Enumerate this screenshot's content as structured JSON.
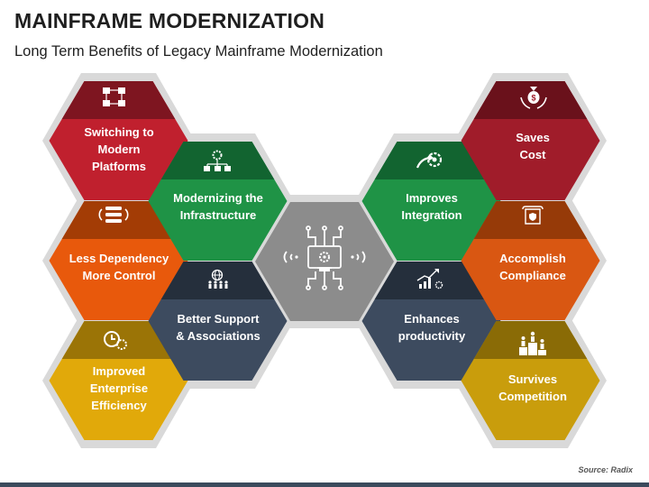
{
  "header": {
    "title": "MAINFRAME MODERNIZATION",
    "subtitle": "Long Term Benefits of Legacy Mainframe Modernization"
  },
  "hexagons": {
    "switching": {
      "label": "Switching to Modern Platforms",
      "lines": [
        "Switching to",
        "Modern",
        "Platforms"
      ],
      "icon": "flowchart-icon",
      "color": "#c0202e",
      "dark": "#7e1520"
    },
    "less_dependency": {
      "label": "Less Dependency More Control",
      "lines": [
        "Less Dependency",
        "More Control"
      ],
      "icon": "server-sync-icon",
      "color": "#e8590c",
      "dark": "#a33c05"
    },
    "efficiency": {
      "label": "Improved Enterprise Efficiency",
      "lines": [
        "Improved",
        "Enterprise",
        "Efficiency"
      ],
      "icon": "gear-clock-icon",
      "color": "#e1a90a",
      "dark": "#9b7406"
    },
    "infrastructure": {
      "label": "Modernizing the Infrastructure",
      "lines": [
        "Modernizing the",
        "Infrastructure"
      ],
      "icon": "network-gear-icon",
      "color": "#1f9346",
      "dark": "#126430"
    },
    "support": {
      "label": "Better Support & Associations",
      "lines": [
        "Better Support",
        "& Associations"
      ],
      "icon": "team-globe-icon",
      "color": "#3d4b5f",
      "dark": "#252f3c"
    },
    "integration": {
      "label": "Improves Integration",
      "lines": [
        "Improves",
        "Integration"
      ],
      "icon": "gear-arrow-icon",
      "color": "#1f9346",
      "dark": "#126430"
    },
    "productivity": {
      "label": "Enhances productivity",
      "lines": [
        "Enhances",
        "productivity"
      ],
      "icon": "growth-chart-icon",
      "color": "#3d4b5f",
      "dark": "#252f3c"
    },
    "saves_cost": {
      "label": "Saves Cost",
      "lines": [
        "Saves",
        "Cost"
      ],
      "icon": "money-bag-hands-icon",
      "color": "#a01c2a",
      "dark": "#6a111b"
    },
    "compliance": {
      "label": "Accomplish Compliance",
      "lines": [
        "Accomplish",
        "Compliance"
      ],
      "icon": "certificate-icon",
      "color": "#d95712",
      "dark": "#963a08"
    },
    "competition": {
      "label": "Survives Competition",
      "lines": [
        "Survives",
        "Competition"
      ],
      "icon": "podium-icon",
      "color": "#c99d0c",
      "dark": "#8a6b06"
    },
    "center": {
      "icon": "mainframe-computer-icon",
      "color": "#8a8a8a"
    }
  },
  "source": "Source: Radix"
}
